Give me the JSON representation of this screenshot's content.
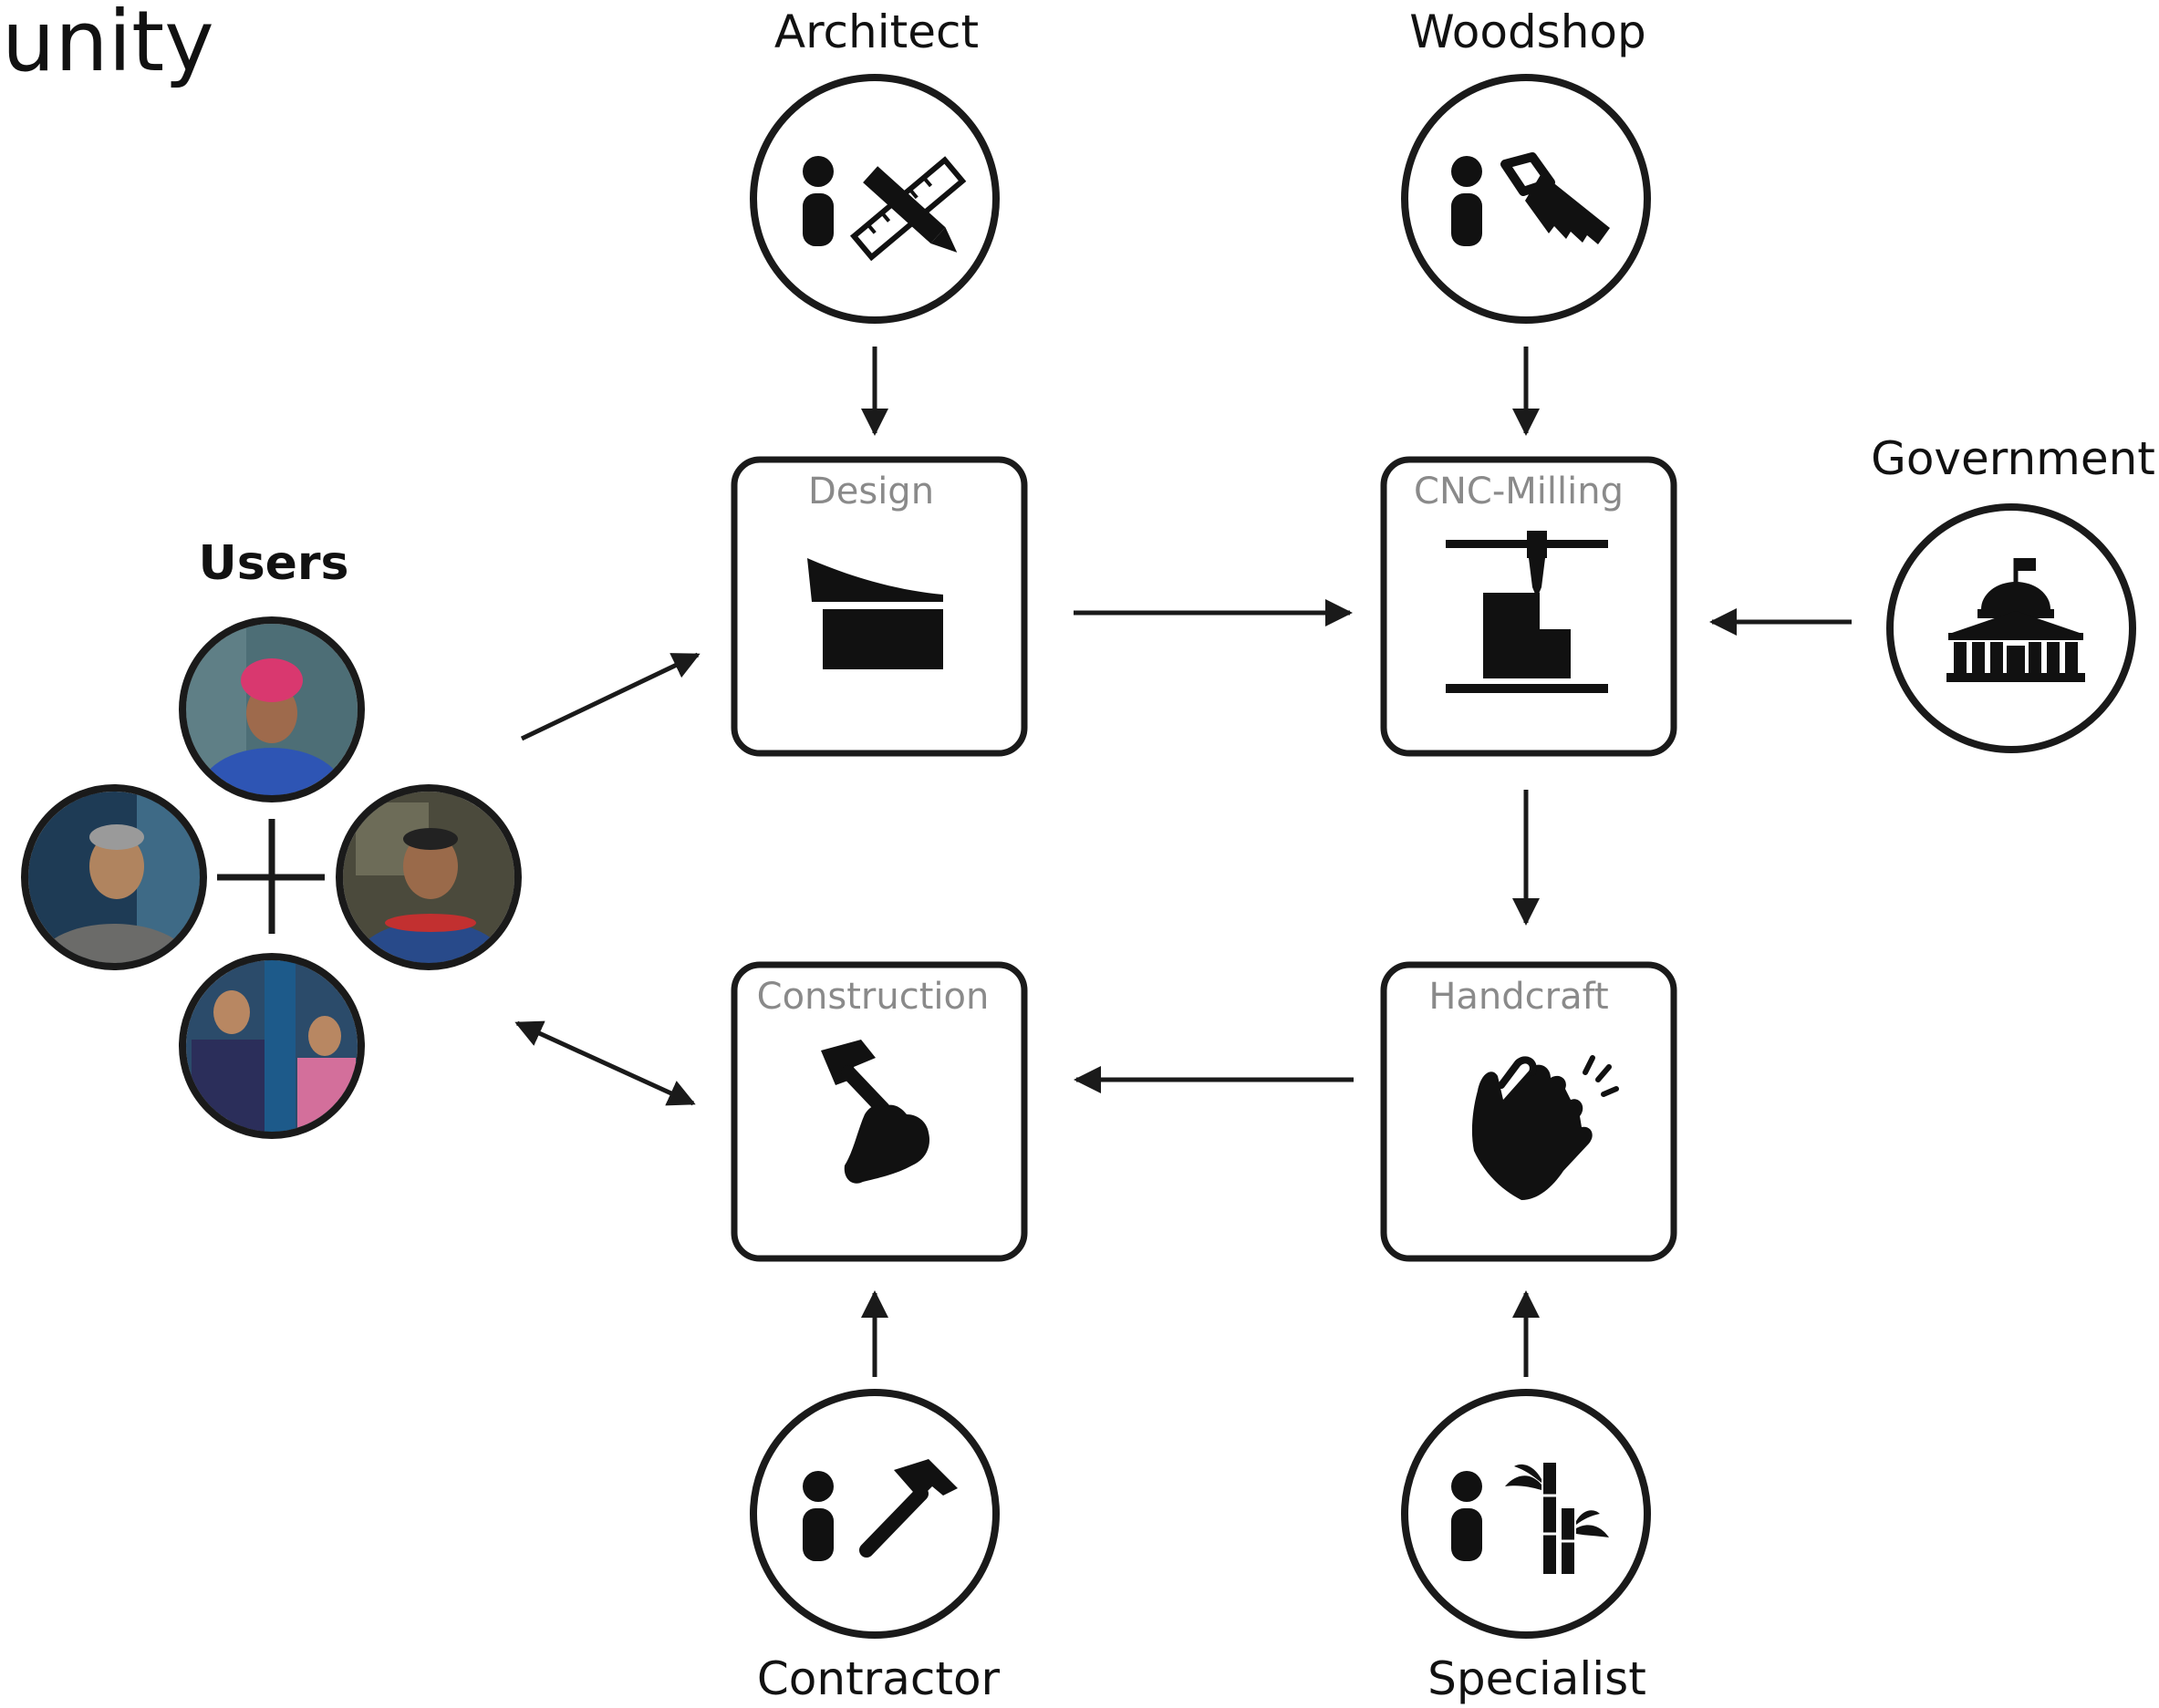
{
  "title_fragment": "unity",
  "actors": {
    "architect": "Architect",
    "woodshop": "Woodshop",
    "government": "Government",
    "contractor": "Contractor",
    "specialist": "Specialist"
  },
  "users": {
    "label": "Users",
    "photo_count": 4
  },
  "steps": {
    "design": "Design",
    "cnc": "CNC-Milling",
    "construction": "Construction",
    "handcraft": "Handcraft"
  },
  "icons": {
    "architect": [
      "person-icon",
      "pencil-ruler-icon"
    ],
    "woodshop": [
      "person-icon",
      "saw-icon"
    ],
    "government": [
      "government-building-icon"
    ],
    "contractor": [
      "person-icon",
      "hammer-icon"
    ],
    "specialist": [
      "person-icon",
      "bamboo-icon"
    ],
    "design": "design-shape-icon",
    "cnc": "cnc-machine-icon",
    "construction": "hand-hammer-icon",
    "handcraft": "clapping-hands-icon"
  },
  "colors": {
    "stroke": "#1a1a1a",
    "step_label": "#8a8a8a",
    "background": "#ffffff"
  }
}
